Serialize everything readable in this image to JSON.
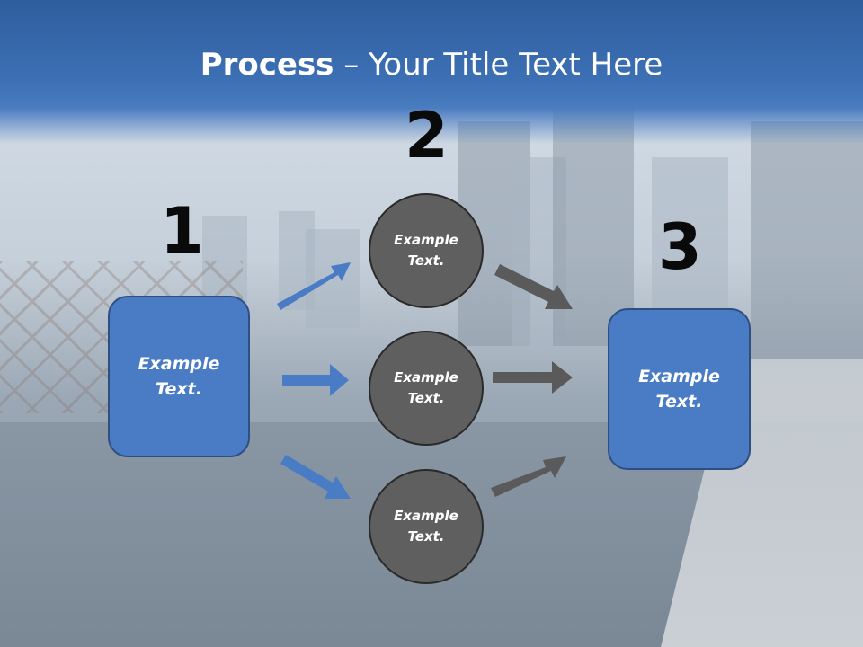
{
  "title": {
    "bold": "Process",
    "rest": " – Your Title Text Here"
  },
  "steps": {
    "one": "1",
    "two": "2",
    "three": "3"
  },
  "boxes": {
    "left": {
      "line1": "Example",
      "line2": "Text."
    },
    "right": {
      "line1": "Example",
      "line2": "Text."
    }
  },
  "circles": [
    {
      "line1": "Example",
      "line2": "Text."
    },
    {
      "line1": "Example",
      "line2": "Text."
    },
    {
      "line1": "Example",
      "line2": "Text."
    }
  ],
  "colors": {
    "header": "#3c6fb4",
    "box": "#4a7cc6",
    "circle": "#5f5f5f",
    "arrow_blue": "#4a7cc6",
    "arrow_gray": "#5a5a5a"
  }
}
